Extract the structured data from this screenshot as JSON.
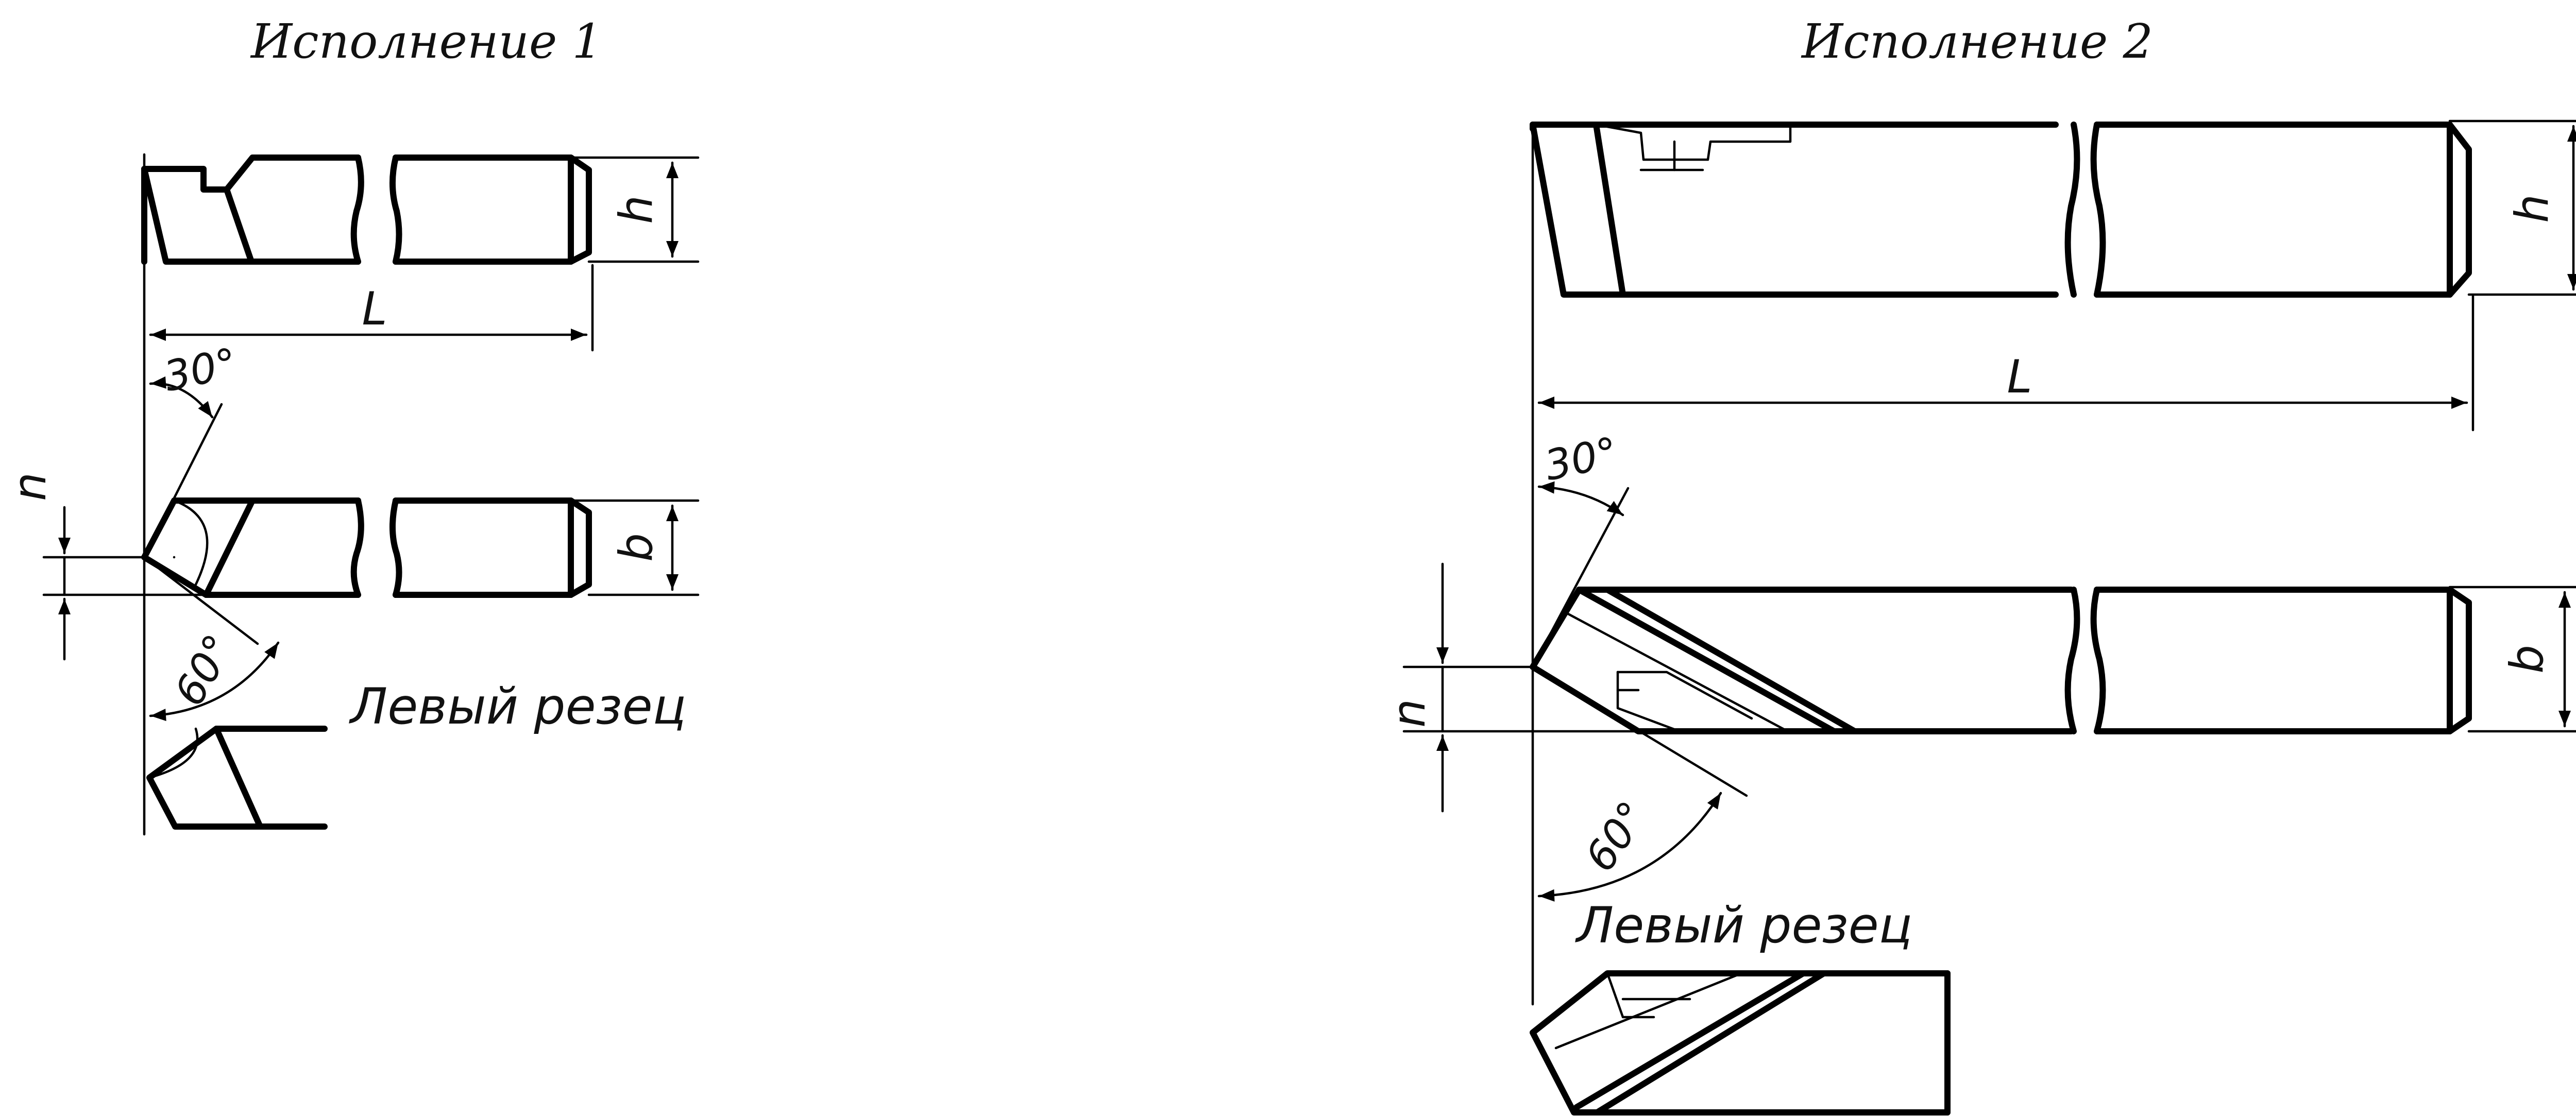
{
  "variant1": {
    "title": "Исполнение 1",
    "dim_h": "h",
    "dim_L": "L",
    "dim_b": "b",
    "dim_n": "n",
    "angle_top": "30°",
    "angle_bottom": "60°",
    "left_cutter_label": "Левый резец"
  },
  "variant2": {
    "title": "Исполнение 2",
    "dim_h": "h",
    "dim_L": "L",
    "dim_b": "b",
    "dim_n": "n",
    "angle_top": "30°",
    "angle_bottom": "60°",
    "left_cutter_label": "Левый резец"
  }
}
